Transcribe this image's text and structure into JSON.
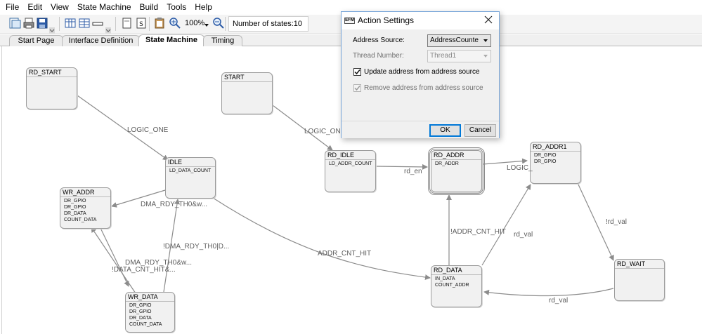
{
  "menu": [
    "File",
    "Edit",
    "View",
    "State Machine",
    "Build",
    "Tools",
    "Help"
  ],
  "toolbar": {
    "zoom": "100%",
    "states_label": "Number of states:",
    "states_count": "10"
  },
  "tabs": [
    {
      "label": "Start Page",
      "active": false
    },
    {
      "label": "Interface Definition",
      "active": false
    },
    {
      "label": "State Machine",
      "active": true
    },
    {
      "label": "Timing",
      "active": false
    }
  ],
  "states": [
    {
      "id": "rd_start",
      "name": "RD_START",
      "actions": []
    },
    {
      "id": "start",
      "name": "START",
      "actions": []
    },
    {
      "id": "idle",
      "name": "IDLE",
      "actions": [
        "LD_DATA_COUNT"
      ]
    },
    {
      "id": "wr_addr",
      "name": "WR_ADDR",
      "actions": [
        "DR_GPIO",
        "DR_GPIO",
        "DR_DATA",
        "COUNT_DATA"
      ]
    },
    {
      "id": "wr_data",
      "name": "WR_DATA",
      "actions": [
        "DR_GPIO",
        "DR_GPIO",
        "DR_DATA",
        "COUNT_DATA"
      ]
    },
    {
      "id": "rd_idle",
      "name": "RD_IDLE",
      "actions": [
        "LD_ADDR_COUNT"
      ]
    },
    {
      "id": "rd_addr",
      "name": "RD_ADDR",
      "actions": [
        "DR_ADDR"
      ]
    },
    {
      "id": "rd_addr1",
      "name": "RD_ADDR1",
      "actions": [
        "DR_GPIO",
        "DR_GPIO"
      ]
    },
    {
      "id": "rd_data",
      "name": "RD_DATA",
      "actions": [
        "IN_DATA",
        "COUNT_ADDR"
      ]
    },
    {
      "id": "rd_wait",
      "name": "RD_WAIT",
      "actions": []
    }
  ],
  "transitions": [
    {
      "label": "LOGIC_ONE"
    },
    {
      "label": "LOGIC_ONE"
    },
    {
      "label": "DMA_RDY_TH0&w..."
    },
    {
      "label": "!DMA_RDY_TH0|D..."
    },
    {
      "label": "DMA_RDY_TH0&w..."
    },
    {
      "label": "!DATA_CNT_HIT&..."
    },
    {
      "label": "ADDR_CNT_HIT"
    },
    {
      "label": "rd_en"
    },
    {
      "label": "LOGIC_"
    },
    {
      "label": "!ADDR_CNT_HIT"
    },
    {
      "label": "rd_val"
    },
    {
      "label": "!rd_val"
    },
    {
      "label": "rd_val"
    }
  ],
  "dialog": {
    "title": "Action Settings",
    "icon_text": "EFM",
    "address_source_label": "Address Source:",
    "address_source_value": "AddressCounte",
    "thread_number_label": "Thread Number:",
    "thread_number_value": "Thread1",
    "update_label": "Update address from address source",
    "update_checked": true,
    "remove_label": "Remove address from address source",
    "remove_checked": true,
    "ok_label": "OK",
    "cancel_label": "Cancel"
  }
}
